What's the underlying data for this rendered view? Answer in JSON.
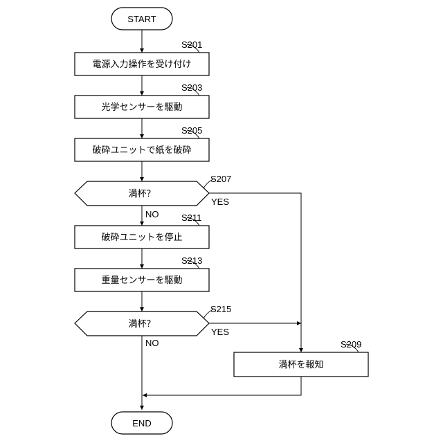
{
  "terminals": {
    "start": "START",
    "end": "END"
  },
  "steps": {
    "s201": {
      "id": "S201",
      "text": "電源入力操作を受け付け"
    },
    "s203": {
      "id": "S203",
      "text": "光学センサーを駆動"
    },
    "s205": {
      "id": "S205",
      "text": "破砕ユニットで紙を破砕"
    },
    "s207": {
      "id": "S207",
      "text": "満杯？"
    },
    "s211": {
      "id": "S211",
      "text": "破砕ユニットを停止"
    },
    "s213": {
      "id": "S213",
      "text": "重量センサーを駆動"
    },
    "s215": {
      "id": "S215",
      "text": "満杯？"
    },
    "s209": {
      "id": "S209",
      "text": "満杯を報知"
    }
  },
  "branches": {
    "yes": "YES",
    "no": "NO"
  }
}
